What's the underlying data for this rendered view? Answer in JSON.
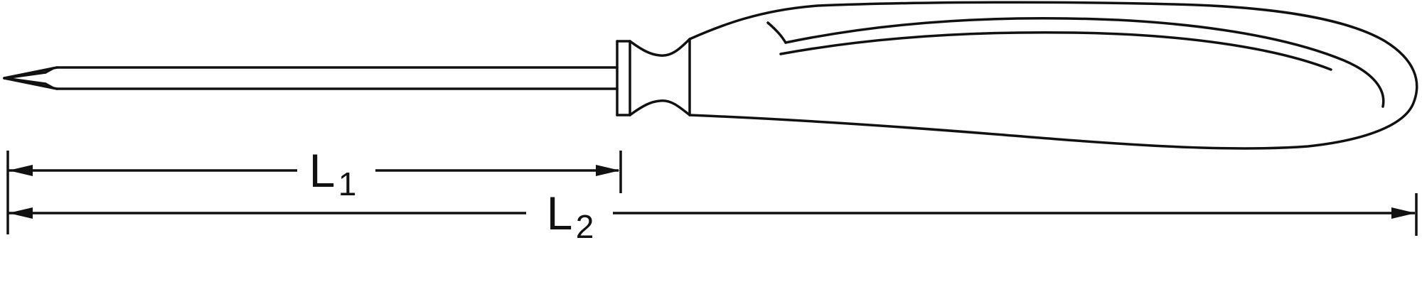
{
  "figure": {
    "name": "phillips-screwdriver-technical-drawing",
    "line_color": "#111111",
    "background_color": "#ffffff"
  },
  "dimensions": {
    "l1": {
      "symbol": "L",
      "subscript": "1"
    },
    "l2": {
      "symbol": "L",
      "subscript": "2"
    }
  }
}
